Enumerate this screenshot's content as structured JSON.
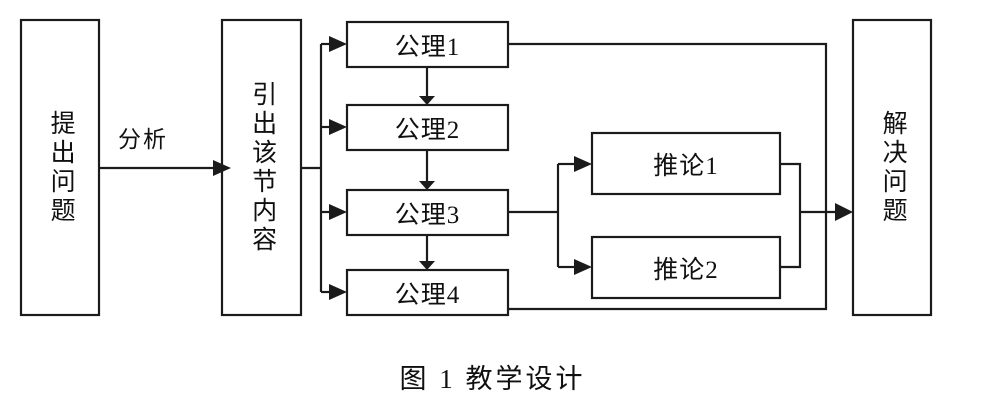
{
  "diagram": {
    "type": "flowchart",
    "title": "教学设计",
    "caption": "图 1  教学设计",
    "background_color": "#ffffff",
    "line_color": "#1b1b1b",
    "text_color": "#101010",
    "nodes": {
      "pose_problem": {
        "label": "提出问题",
        "orientation": "vertical"
      },
      "introduce_section": {
        "label": "引出该节内容",
        "orientation": "vertical"
      },
      "axiom1": {
        "label": "公理1",
        "orientation": "horizontal"
      },
      "axiom2": {
        "label": "公理2",
        "orientation": "horizontal"
      },
      "axiom3": {
        "label": "公理3",
        "orientation": "horizontal"
      },
      "axiom4": {
        "label": "公理4",
        "orientation": "horizontal"
      },
      "corollary1": {
        "label": "推论1",
        "orientation": "horizontal"
      },
      "corollary2": {
        "label": "推论2",
        "orientation": "horizontal"
      },
      "solve_problem": {
        "label": "解决问题",
        "orientation": "vertical"
      }
    },
    "edges": [
      {
        "from": "pose_problem",
        "to": "introduce_section",
        "label": "分析"
      },
      {
        "from": "introduce_section",
        "to": "axiom1",
        "label": ""
      },
      {
        "from": "introduce_section",
        "to": "axiom2",
        "label": ""
      },
      {
        "from": "introduce_section",
        "to": "axiom3",
        "label": ""
      },
      {
        "from": "introduce_section",
        "to": "axiom4",
        "label": ""
      },
      {
        "from": "axiom1",
        "to": "axiom2",
        "label": ""
      },
      {
        "from": "axiom2",
        "to": "axiom3",
        "label": ""
      },
      {
        "from": "axiom3",
        "to": "axiom4",
        "label": ""
      },
      {
        "from": "axiom3",
        "to": "corollary1",
        "label": ""
      },
      {
        "from": "axiom3",
        "to": "corollary2",
        "label": ""
      },
      {
        "from": "corollary1",
        "to": "solve_problem",
        "label": ""
      },
      {
        "from": "corollary2",
        "to": "solve_problem",
        "label": ""
      },
      {
        "from": "axiom1",
        "to": "solve_problem",
        "label": ""
      },
      {
        "from": "axiom4",
        "to": "solve_problem",
        "label": ""
      }
    ]
  }
}
